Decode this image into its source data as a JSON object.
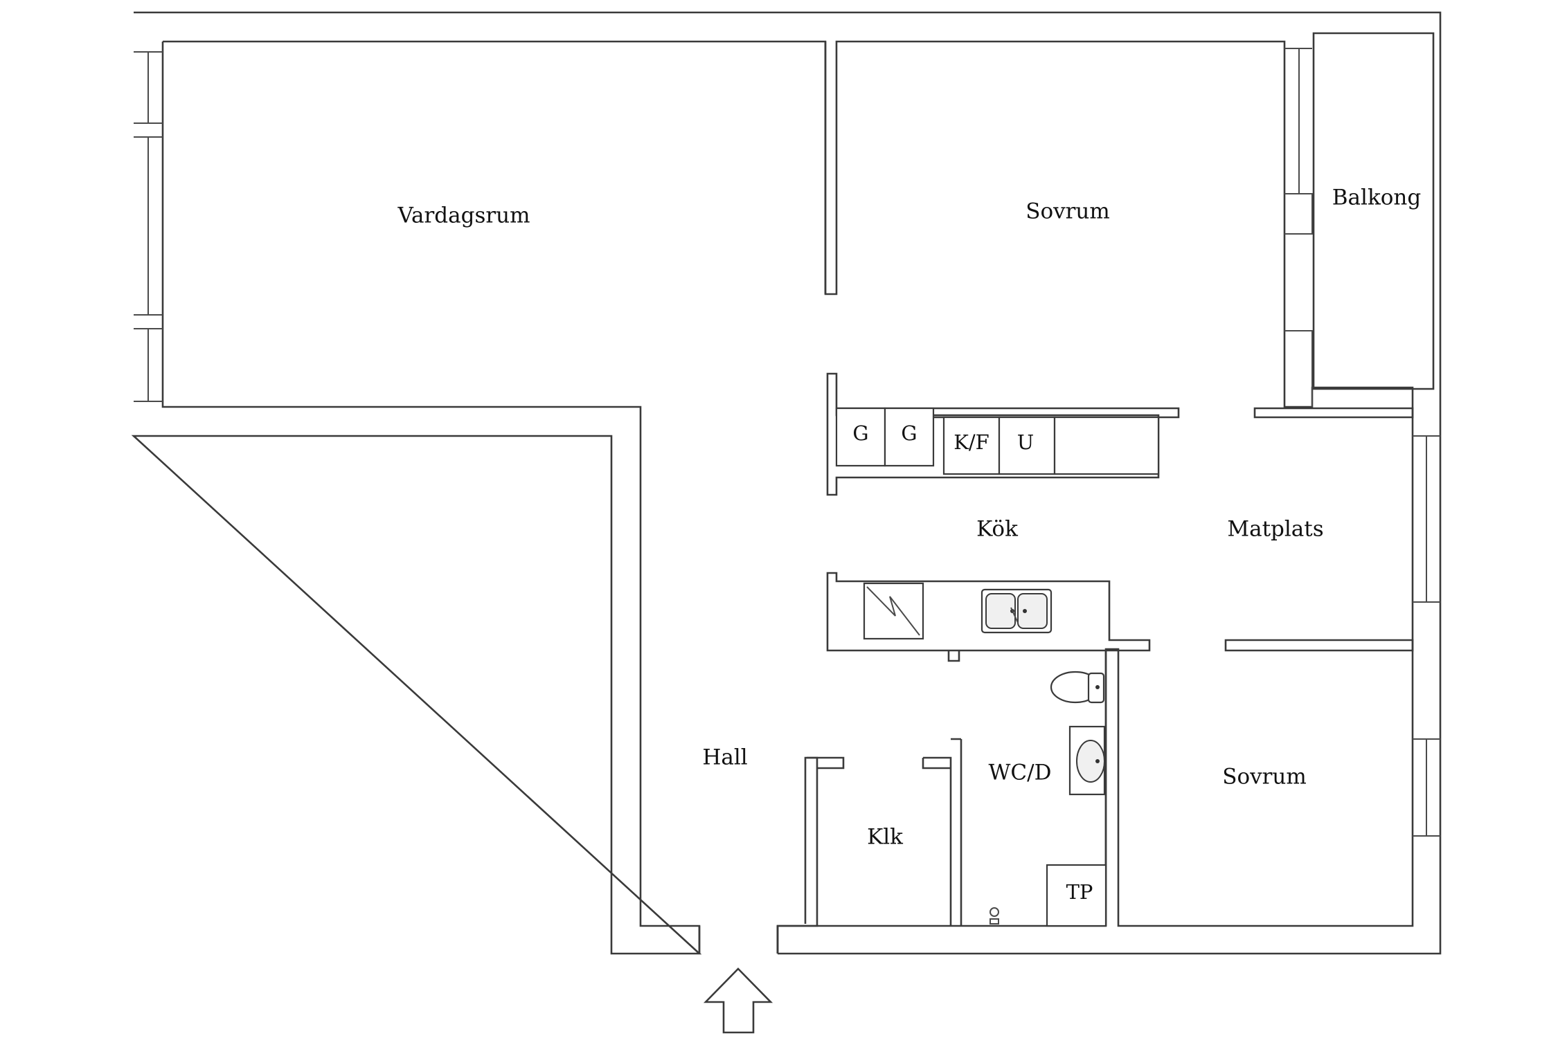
{
  "rooms": {
    "living": "Vardagsrum",
    "bedroom_top": "Sovrum",
    "balcony": "Balkong",
    "kitchen": "Kök",
    "dining": "Matplats",
    "hall": "Hall",
    "wc": "WC/D",
    "closet": "Klk",
    "bedroom_bottom": "Sovrum"
  },
  "fixtures": {
    "wardrobe_1": "G",
    "wardrobe_2": "G",
    "fridge_freezer": "K/F",
    "oven": "U",
    "dryer": "TP"
  },
  "icons": {
    "entrance": "entrance-arrow-icon",
    "stove": "stove-icon",
    "sink": "kitchen-sink-icon",
    "toilet": "toilet-icon",
    "washbasin": "washbasin-icon",
    "floor_drain": "floor-drain-icon"
  },
  "colors": {
    "line": "#3a3a3a",
    "background": "#ffffff"
  }
}
